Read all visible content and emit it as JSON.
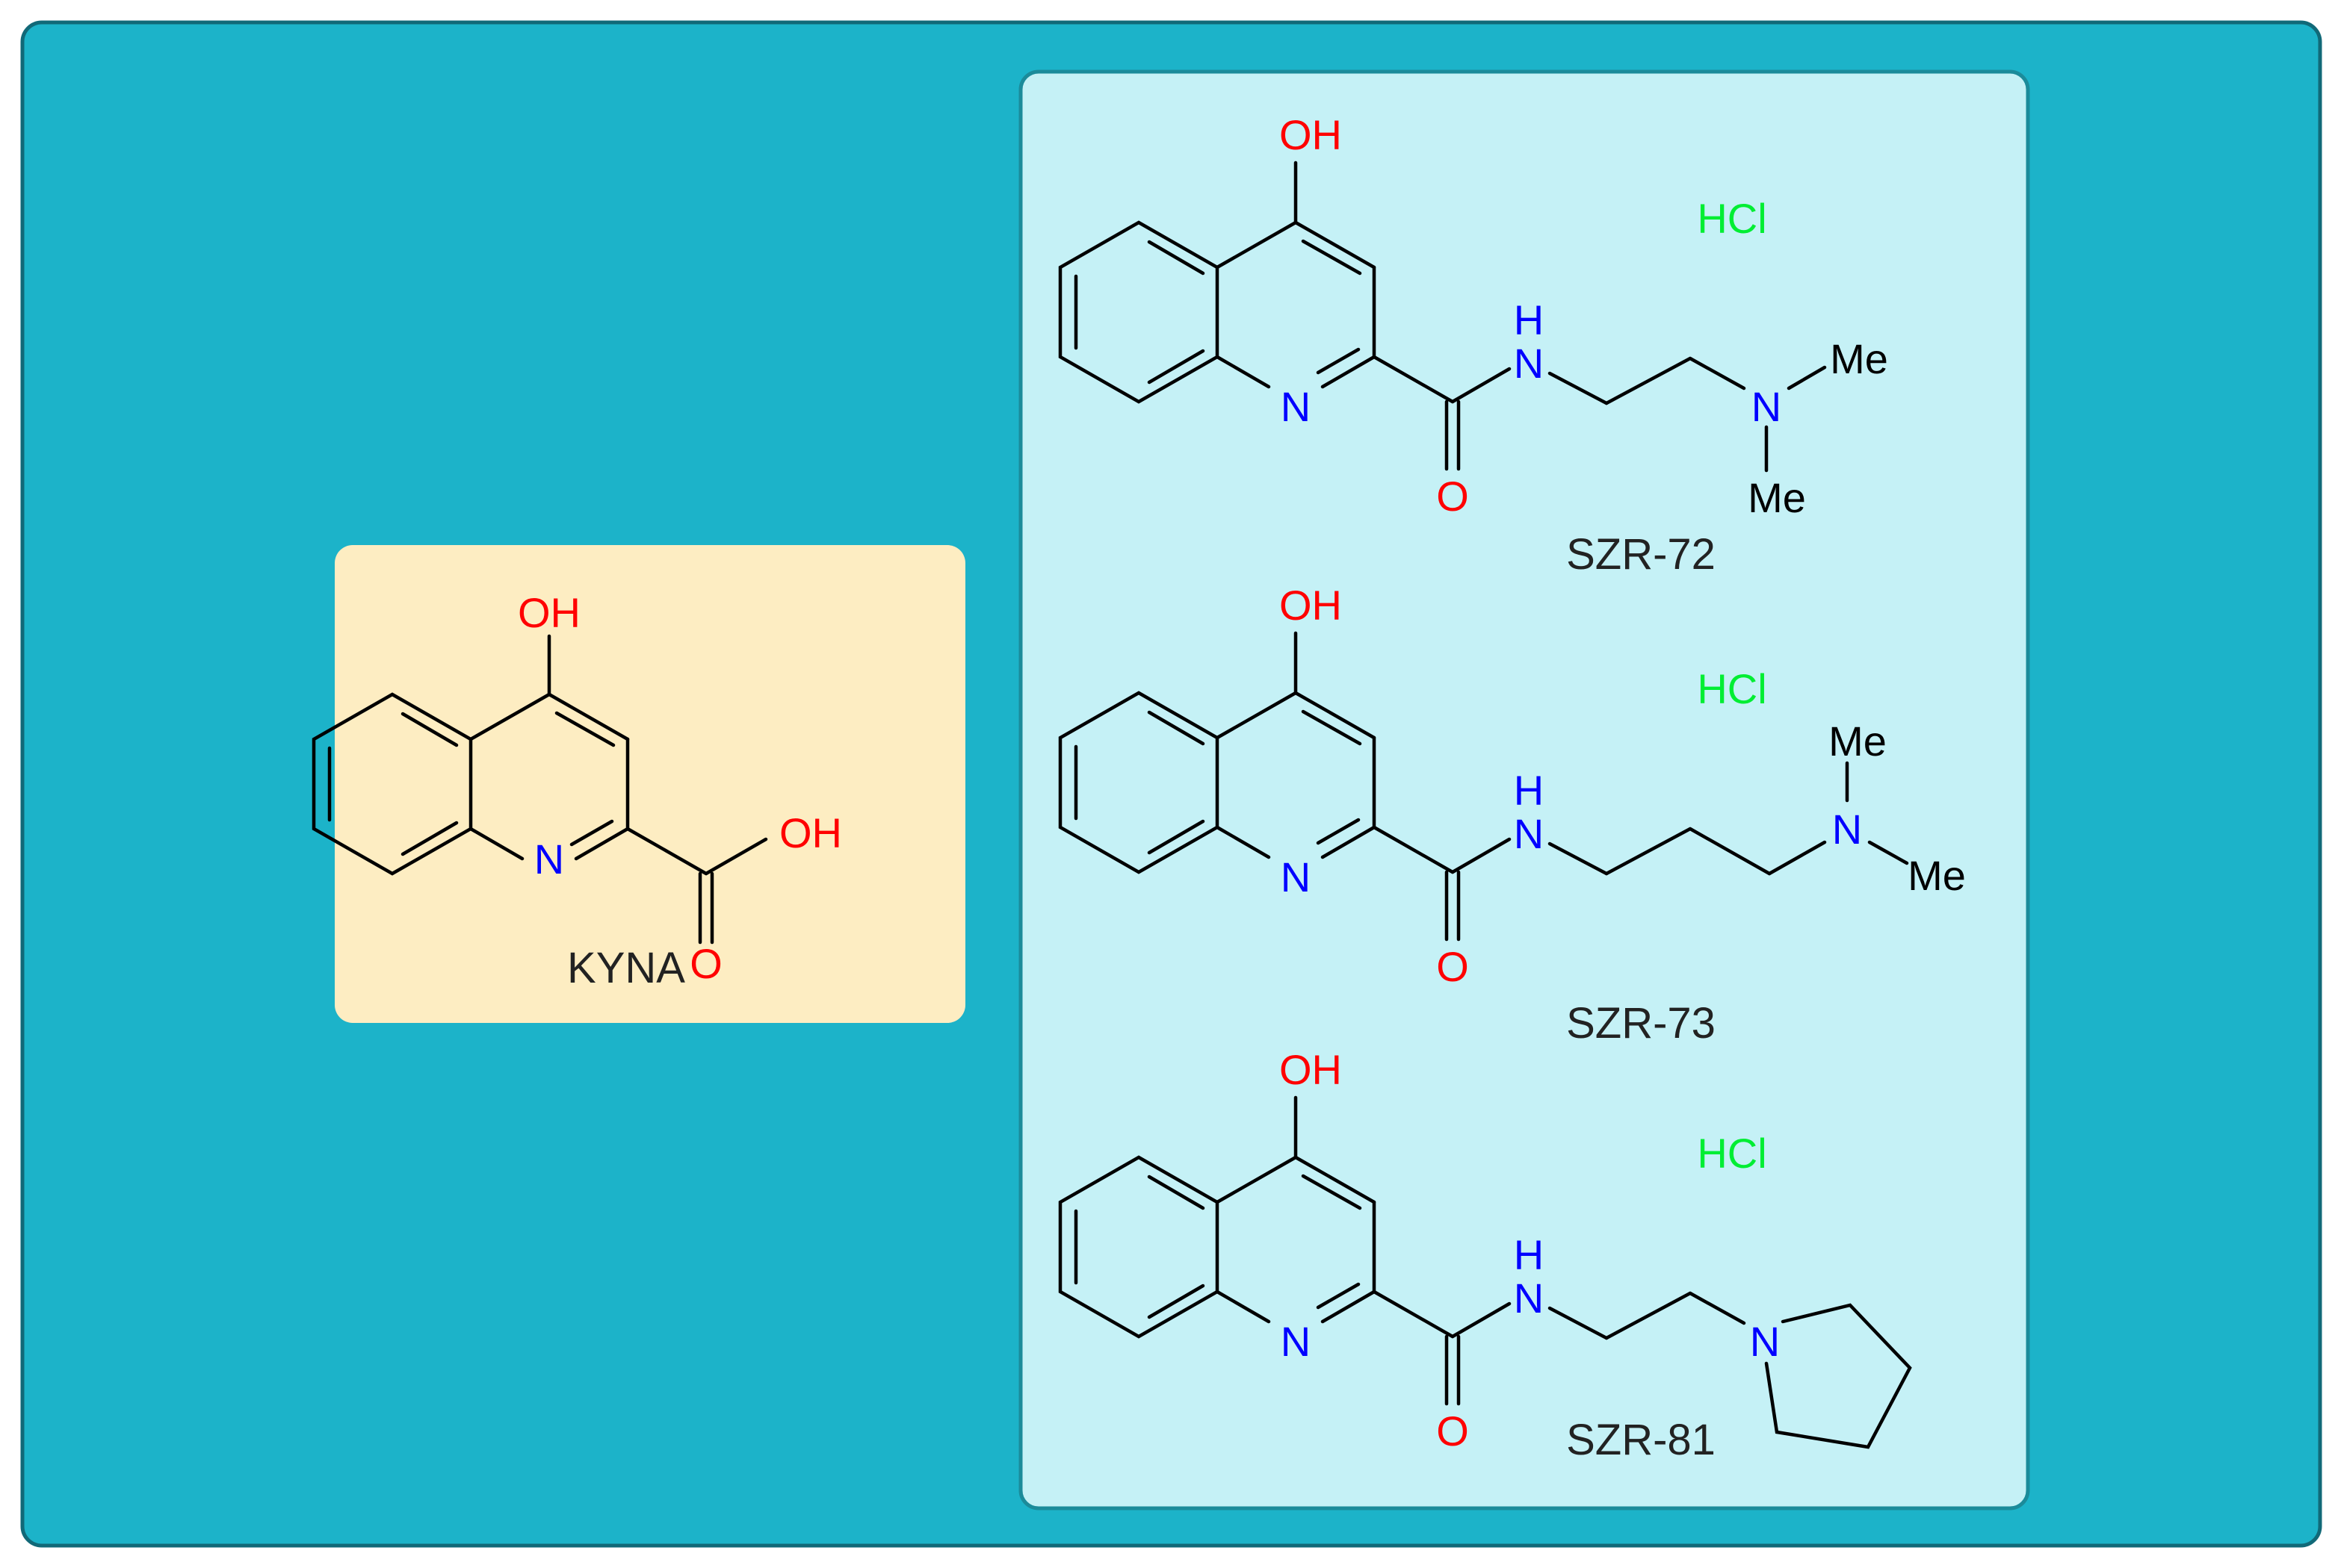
{
  "colors": {
    "outer_background": "#1cb3c9",
    "outer_border": "#116978",
    "kyna_panel": "#fdedc2",
    "derivatives_panel": "#c5f1f6",
    "derivatives_panel_border": "#1b8b9a",
    "bond": "#000000",
    "oxygen": "#ff0000",
    "nitrogen": "#0000ff",
    "hcl": "#00ee33",
    "name_text": "#222222"
  },
  "kyna": {
    "name": "KYNA",
    "hydroxyl": "OH",
    "ring_nitrogen": "N",
    "acid_hydroxyl": "OH",
    "carbonyl_oxygen": "O"
  },
  "compounds": [
    {
      "name": "SZR-72",
      "salt": "HCl",
      "hydroxyl": "OH",
      "ring_nitrogen": "N",
      "carbonyl_oxygen": "O",
      "amide_n": "N",
      "amide_h": "H",
      "amine_n": "N",
      "methyl_1": "Me",
      "methyl_2": "Me"
    },
    {
      "name": "SZR-73",
      "salt": "HCl",
      "hydroxyl": "OH",
      "ring_nitrogen": "N",
      "carbonyl_oxygen": "O",
      "amide_n": "N",
      "amide_h": "H",
      "amine_n": "N",
      "methyl_1": "Me",
      "methyl_2": "Me"
    },
    {
      "name": "SZR-81",
      "salt": "HCl",
      "hydroxyl": "OH",
      "ring_nitrogen": "N",
      "carbonyl_oxygen": "O",
      "amide_n": "N",
      "amide_h": "H",
      "amine_n": "N"
    }
  ]
}
